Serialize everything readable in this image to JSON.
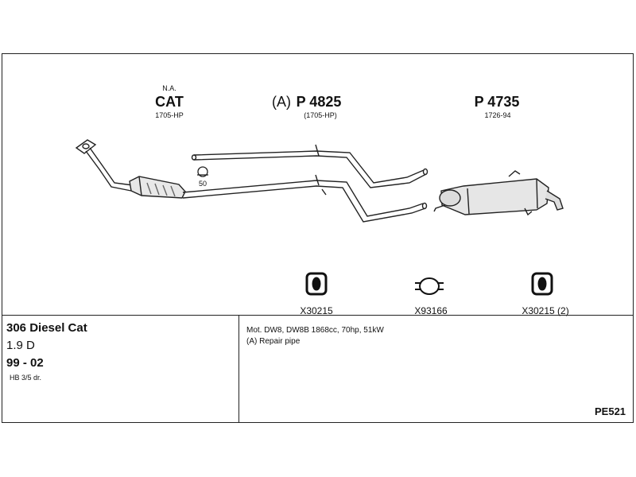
{
  "parts": {
    "cat": {
      "prefix": "N.A.",
      "code": "CAT",
      "ref": "1705-HP"
    },
    "pipe": {
      "tag": "(A)",
      "code": "P 4825",
      "ref": "(1705-HP)"
    },
    "rear": {
      "code": "P 4735",
      "ref": "1726-94"
    },
    "clamp_size": "50"
  },
  "fittings": {
    "left": "X30215",
    "middle": "X93166",
    "right": "X30215 (2)"
  },
  "vehicle": {
    "model": "306 Diesel Cat",
    "engine": "1.9 D",
    "years": "99 - 02",
    "body": "HB 3/5 dr."
  },
  "notes": {
    "motor": "Mot. DW8, DW8B 1868cc, 70hp, 51kW",
    "repair": "(A) Repair pipe"
  },
  "diagram_code": "PE521"
}
